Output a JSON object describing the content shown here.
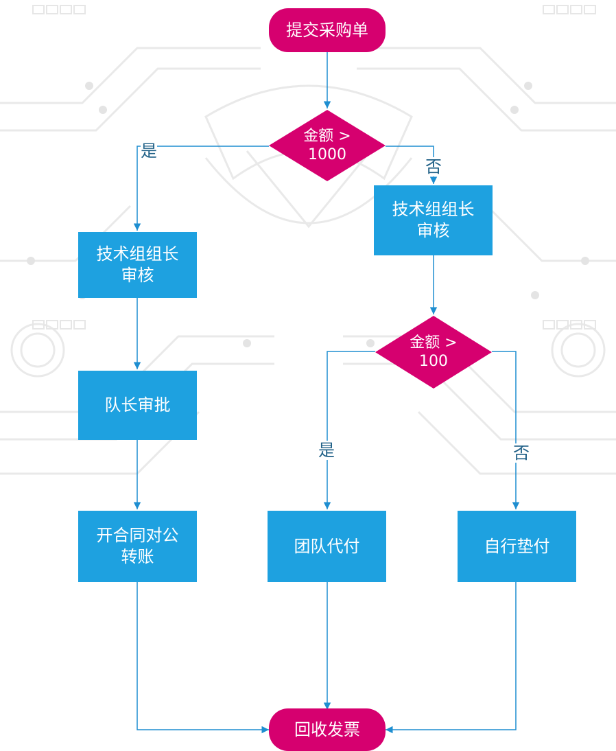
{
  "colors": {
    "process": "#1ea1e0",
    "terminal": "#d6006f",
    "edge": "#1e8ed0",
    "edge_label": "#1e5f86"
  },
  "nodes": {
    "start": "提交采购单",
    "decision_1000": "金额 >\n1000",
    "review_left": "技术组组长\n审核",
    "review_right": "技术组组长\n审核",
    "captain_approve": "队长审批",
    "decision_100": "金额 >\n100",
    "contract_transfer": "开合同对公\n转账",
    "team_pay": "团队代付",
    "self_pay": "自行垫付",
    "end": "回收发票"
  },
  "edge_labels": {
    "yes_1000": "是",
    "no_1000": "否",
    "yes_100": "是",
    "no_100": "否"
  }
}
